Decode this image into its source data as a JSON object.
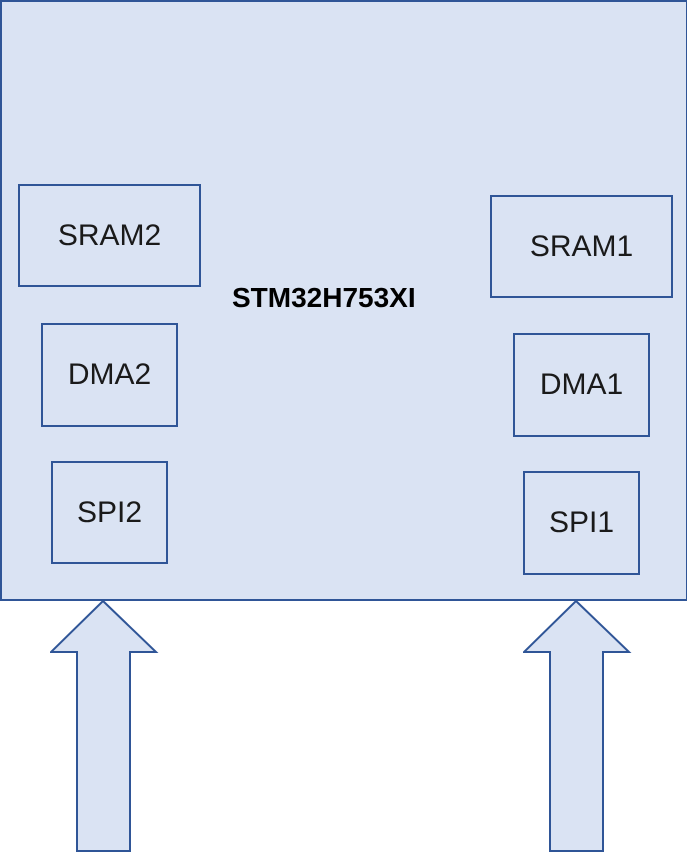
{
  "diagram": {
    "chip_title": "STM32H753XI",
    "blocks": {
      "sram2": "SRAM2",
      "dma2": "DMA2",
      "spi2": "SPI2",
      "sram1": "SRAM1",
      "dma1": "DMA1",
      "spi1": "SPI1"
    }
  },
  "colors": {
    "chip_fill": "#dae3f3",
    "outline": "#2f5597"
  }
}
